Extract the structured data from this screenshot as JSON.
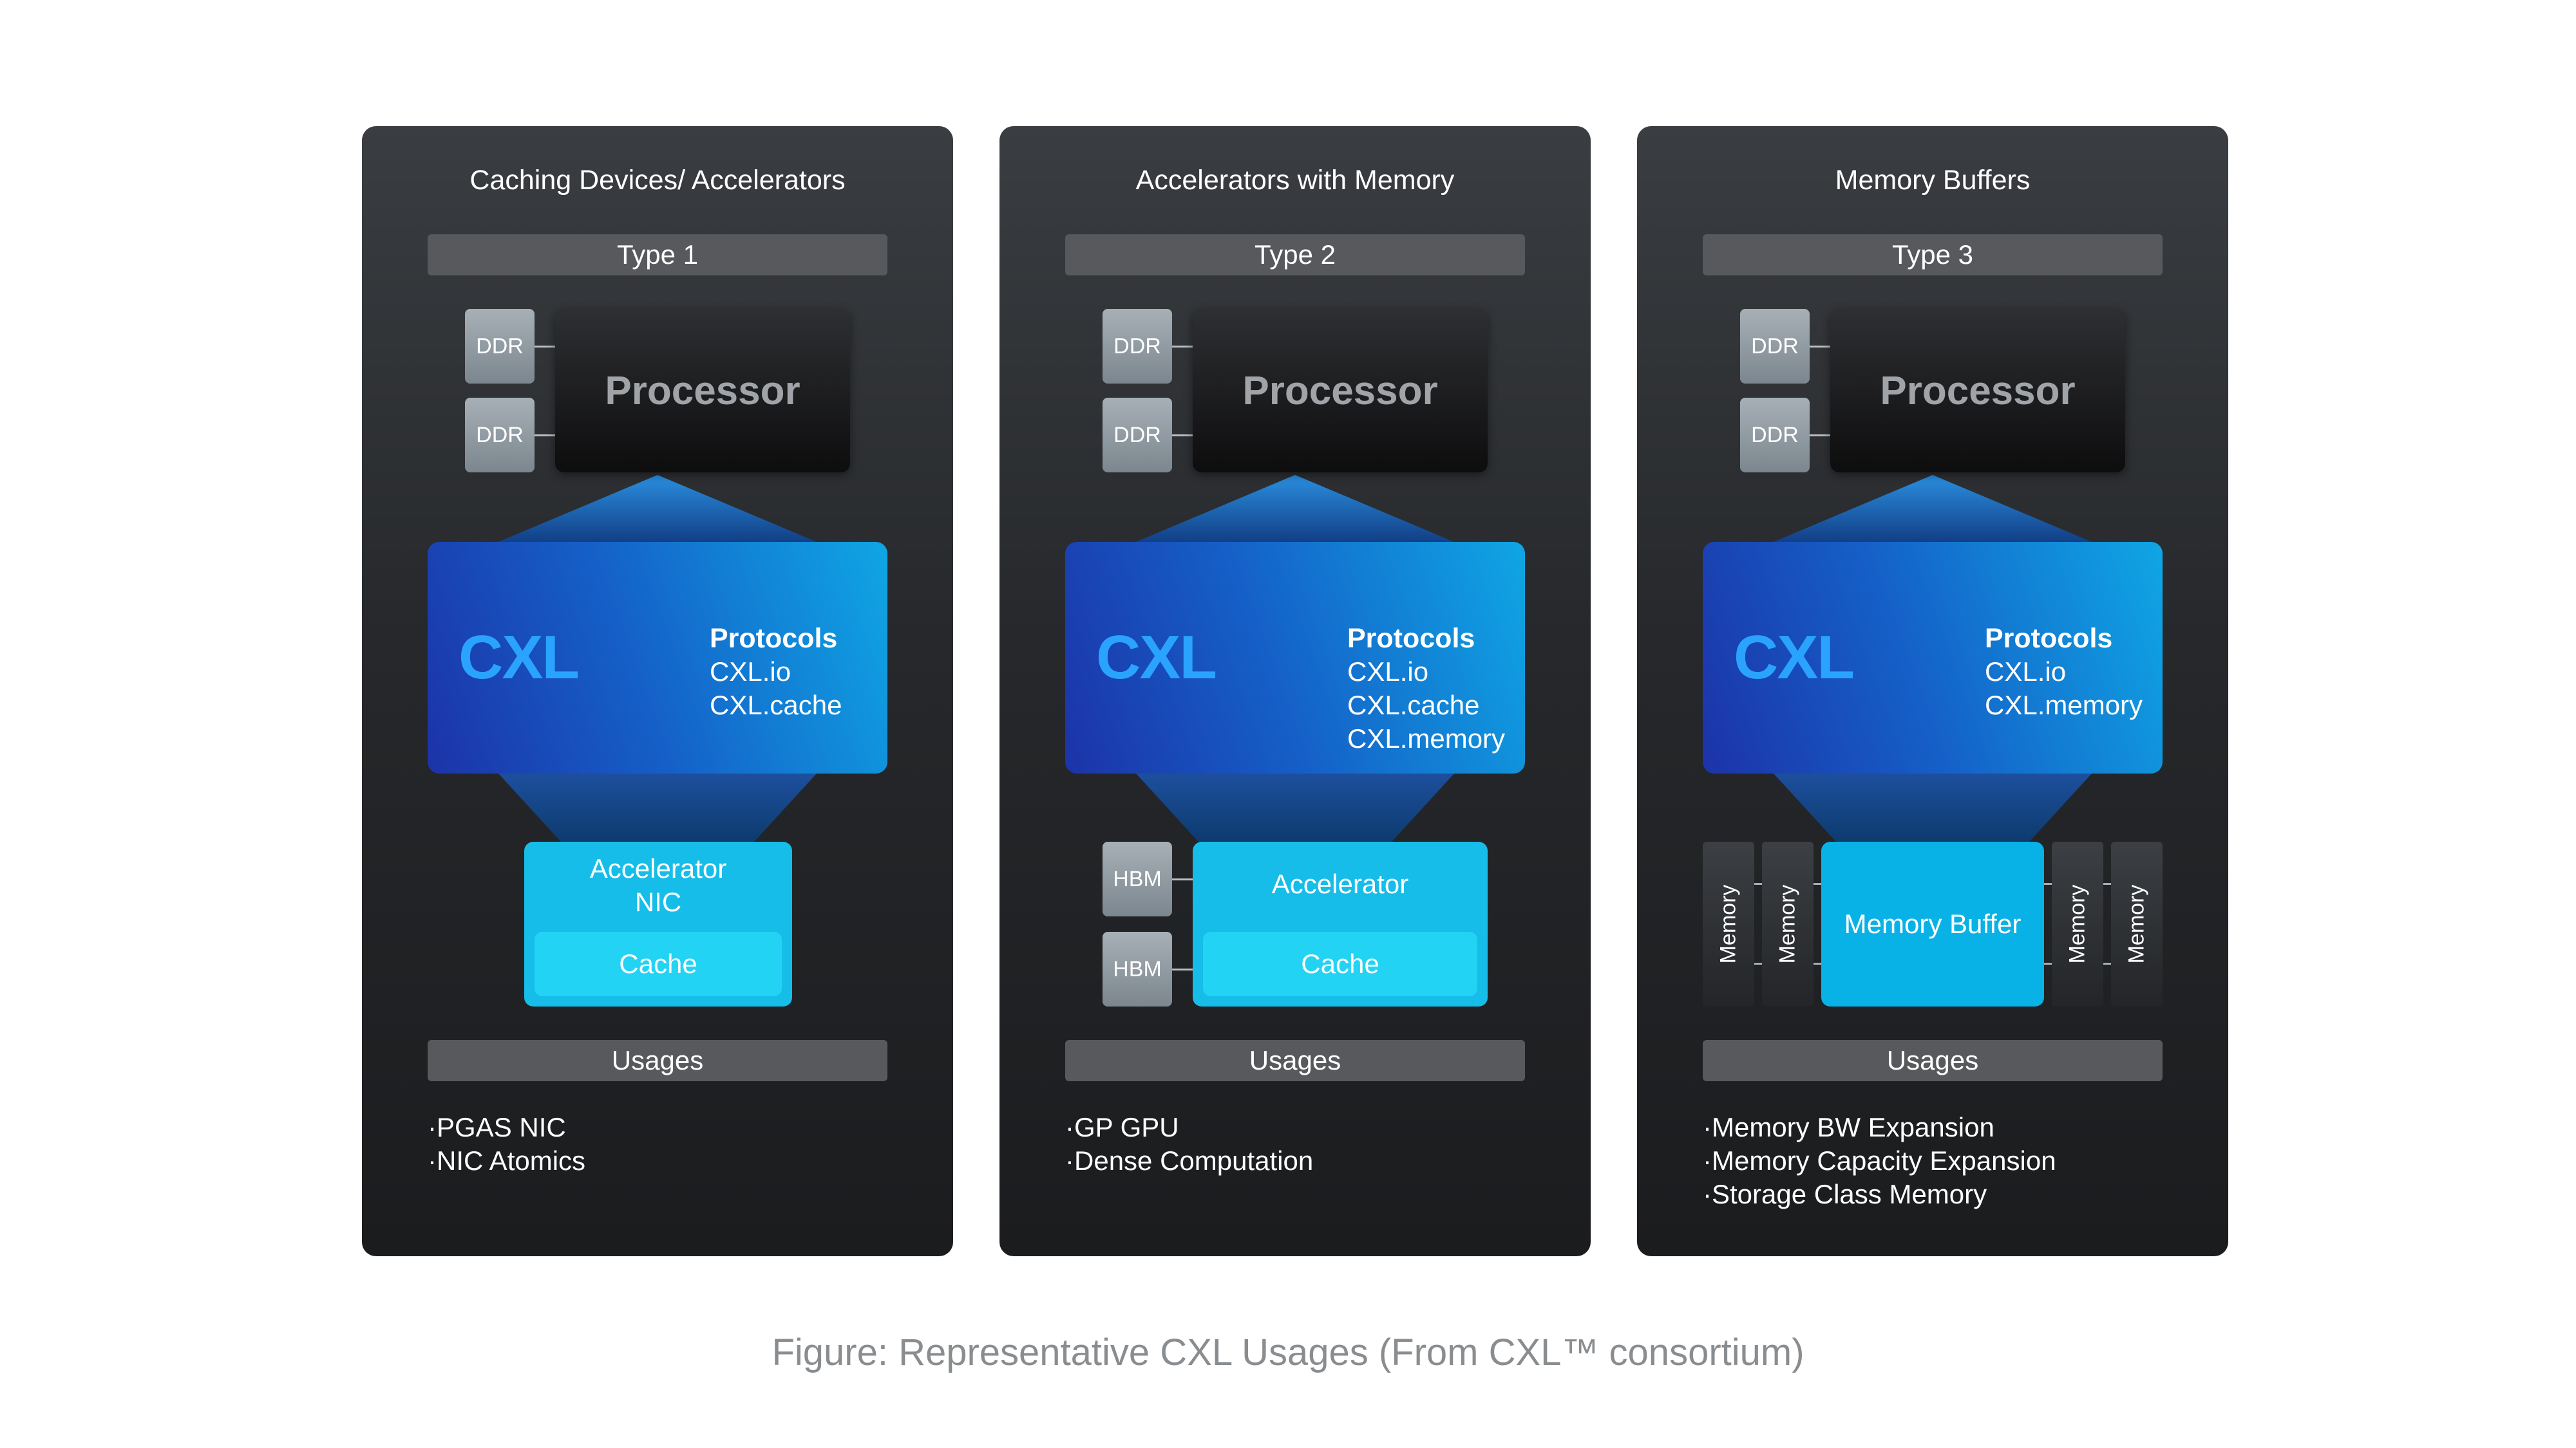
{
  "colors": {
    "panel": "#26282b",
    "bar": "#57595c",
    "cxl_gradient_start": "#1c33a8",
    "cxl_gradient_end": "#0fa6e4",
    "cxl_logo": "#2aa3ff",
    "device": "#16bde8",
    "cache": "#22d3f3",
    "caption": "#8a8d90"
  },
  "panels": [
    {
      "title": "Caching Devices/ Accelerators",
      "type_label": "Type 1",
      "ddr": [
        "DDR",
        "DDR"
      ],
      "processor": "Processor",
      "cxl_logo": "CXL",
      "protocols_title": "Protocols",
      "protocols": [
        "CXL.io",
        "CXL.cache"
      ],
      "device_lines": [
        "Accelerator",
        "NIC"
      ],
      "cache": "Cache",
      "usages_label": "Usages",
      "usages": [
        "PGAS NIC",
        "NIC Atomics"
      ]
    },
    {
      "title": "Accelerators with Memory",
      "type_label": "Type 2",
      "ddr": [
        "DDR",
        "DDR"
      ],
      "processor": "Processor",
      "cxl_logo": "CXL",
      "protocols_title": "Protocols",
      "protocols": [
        "CXL.io",
        "CXL.cache",
        "CXL.memory"
      ],
      "hbm": [
        "HBM",
        "HBM"
      ],
      "device_lines": [
        "Accelerator"
      ],
      "cache": "Cache",
      "usages_label": "Usages",
      "usages": [
        "GP GPU",
        "Dense Computation"
      ]
    },
    {
      "title": "Memory Buffers",
      "type_label": "Type 3",
      "ddr": [
        "DDR",
        "DDR"
      ],
      "processor": "Processor",
      "cxl_logo": "CXL",
      "protocols_title": "Protocols",
      "protocols": [
        "CXL.io",
        "CXL.memory"
      ],
      "memory_modules": [
        "Memory",
        "Memory",
        "Memory",
        "Memory"
      ],
      "device_lines": [
        "Memory Buffer"
      ],
      "usages_label": "Usages",
      "usages": [
        "Memory BW Expansion",
        "Memory Capacity Expansion",
        "Storage Class Memory"
      ]
    }
  ],
  "caption": "Figure: Representative CXL Usages (From CXL™ consortium)"
}
